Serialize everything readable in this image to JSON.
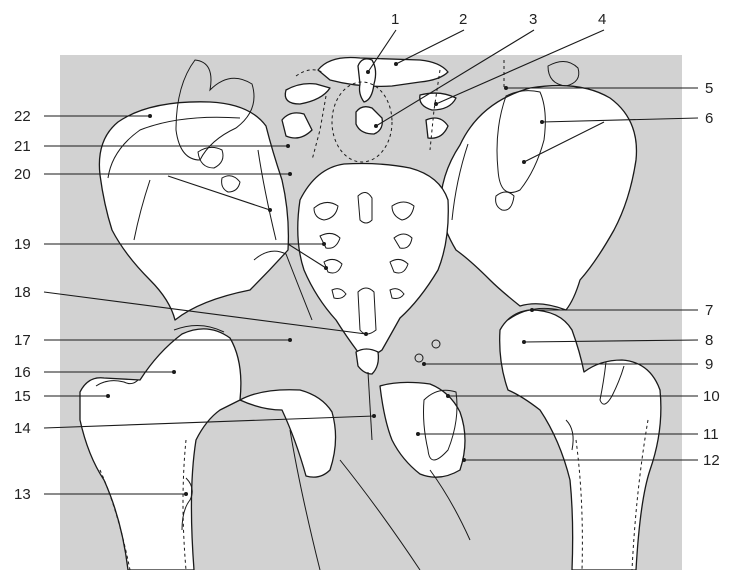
{
  "colors": {
    "background_panel": "#d2d2d2",
    "bone_fill": "#ffffff",
    "outline": "#1a1a1a",
    "label_text": "#222222"
  },
  "labels": {
    "n1": "1",
    "n2": "2",
    "n3": "3",
    "n4": "4",
    "n5": "5",
    "n6": "6",
    "n7": "7",
    "n8": "8",
    "n9": "9",
    "n10": "10",
    "n11": "11",
    "n12": "12",
    "n13": "13",
    "n14": "14",
    "n15": "15",
    "n16": "16",
    "n17": "17",
    "n18": "18",
    "n19": "19",
    "n20": "20",
    "n21": "21",
    "n22": "22"
  }
}
